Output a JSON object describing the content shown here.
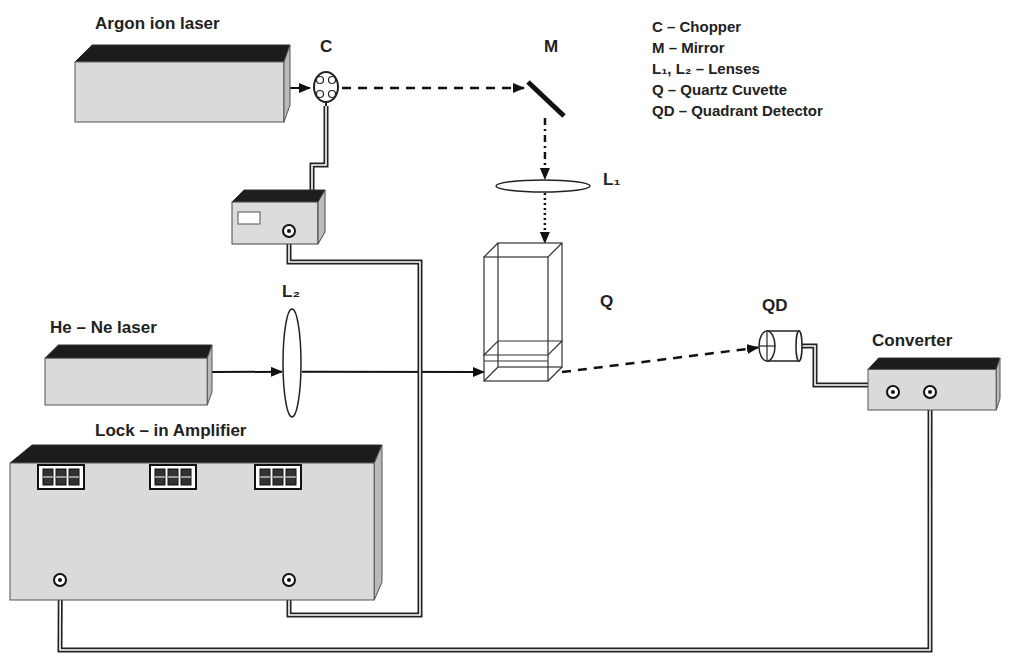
{
  "diagram": {
    "nodes": [
      {
        "text": [
          "Argon ion laser"
        ]
      },
      {
        "text": [
          "C"
        ]
      },
      {
        "text": [
          "M"
        ]
      },
      {
        "text": [
          "L₁"
        ]
      },
      {
        "text": [
          "Q"
        ]
      },
      {
        "text": [
          "He – Ne laser"
        ]
      },
      {
        "text": [
          "L₂"
        ]
      },
      {
        "text": [
          "QD"
        ]
      },
      {
        "text": [
          "Converter"
        ]
      },
      {
        "text": [
          "Lock – in Amplifier"
        ]
      }
    ],
    "edges": [
      {
        "from": 0,
        "to": 1,
        "arrow": "to"
      },
      {
        "from": 1,
        "to": 2,
        "arrow": "to"
      },
      {
        "from": 2,
        "to": 3,
        "arrow": "to"
      },
      {
        "from": 3,
        "to": 4,
        "arrow": "to"
      },
      {
        "from": 5,
        "to": 6,
        "arrow": "to"
      },
      {
        "from": 6,
        "to": 4,
        "arrow": "to"
      },
      {
        "from": 4,
        "to": 7,
        "arrow": "to"
      },
      {
        "from": 7,
        "to": 8,
        "arrow": "none"
      },
      {
        "from": 8,
        "to": 9,
        "arrow": "none"
      },
      {
        "from": 1,
        "to": 9,
        "arrow": "none"
      }
    ],
    "labels": [
      "C – Chopper",
      "M – Mirror",
      "L₁, L₂ – Lenses",
      "Q – Quartz Cuvette",
      "QD – Quadrant Detector"
    ]
  }
}
